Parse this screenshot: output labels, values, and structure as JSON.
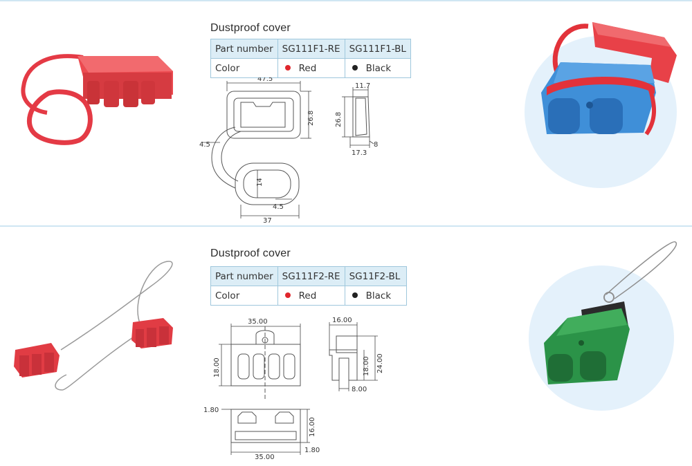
{
  "products": [
    {
      "title": "Dustproof cover",
      "table": {
        "header": [
          "Part number",
          "SG111F1-RE",
          "SG111F1-BL"
        ],
        "row": [
          "Color",
          "Red",
          "Black"
        ]
      },
      "dims": {
        "w": "47.5",
        "h": "26.8",
        "loop_w": "4.5",
        "inner_h": "14",
        "inner_w": "4.5",
        "total": "37",
        "side_top": "11.7",
        "side_h": "26.8",
        "side_base": "17.3",
        "side_small": "8"
      }
    },
    {
      "title": "Dustproof cover",
      "table": {
        "header": [
          "Part number",
          "SG111F2-RE",
          "SG11F2-BL"
        ],
        "row": [
          "Color",
          "Red",
          "Black"
        ]
      },
      "dims": {
        "front_w": "35.00",
        "front_h": "18.00",
        "side_top": "16.00",
        "side_h1": "18.00",
        "side_h2": "24.00",
        "side_base": "8.00",
        "bottom_t": "1.80",
        "bottom_h": "16.00",
        "bottom_w": "35.00",
        "bottom_b": "1.80"
      }
    }
  ],
  "colors": {
    "red": "#e0262c",
    "black": "#222222",
    "rule": "#cfe6f3",
    "header_bg": "#dcedf6"
  }
}
